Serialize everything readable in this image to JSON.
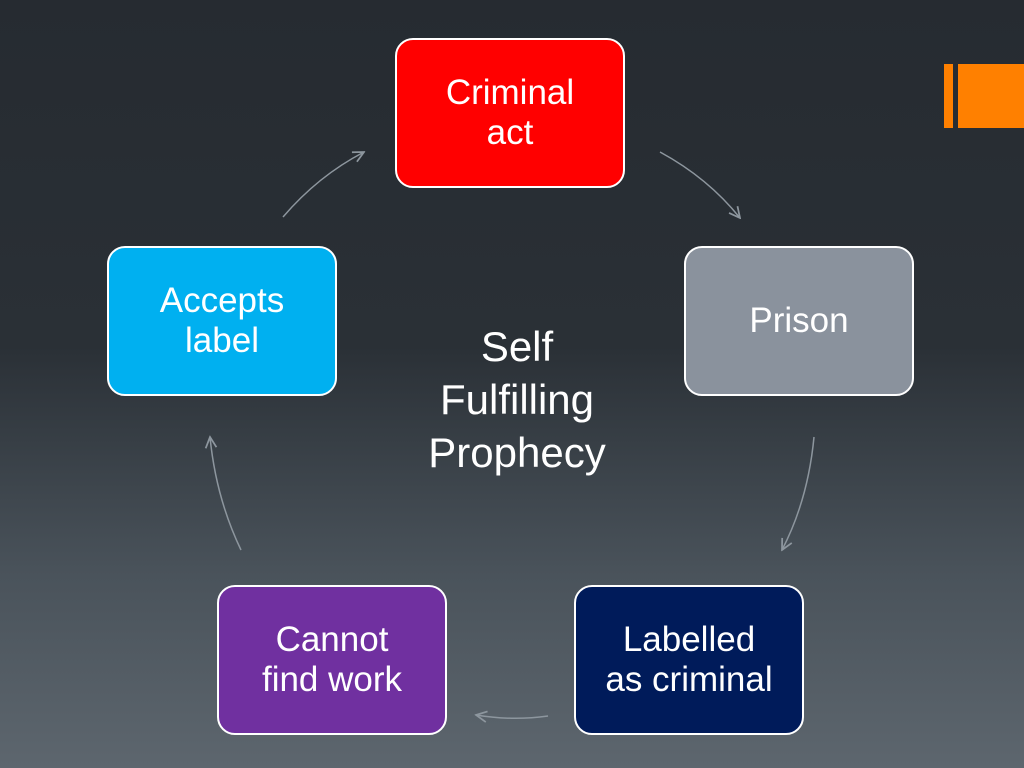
{
  "diagram": {
    "center_label": "Self\nFulfilling\nProphecy",
    "nodes": [
      {
        "id": "criminal-act",
        "label": "Criminal\nact",
        "color": "#ff0000"
      },
      {
        "id": "prison",
        "label": "Prison",
        "color": "#8a929d"
      },
      {
        "id": "labelled-as-criminal",
        "label": "Labelled\nas criminal",
        "color": "#001b5a"
      },
      {
        "id": "cannot-find-work",
        "label": "Cannot\nfind work",
        "color": "#7030a0"
      },
      {
        "id": "accepts-label",
        "label": "Accepts\nlabel",
        "color": "#00b0f0"
      }
    ],
    "flow": [
      "criminal-act",
      "prison",
      "labelled-as-criminal",
      "cannot-find-work",
      "accepts-label",
      "criminal-act"
    ],
    "arrow_color": "#8d969e",
    "accent_color": "#ff8000"
  }
}
